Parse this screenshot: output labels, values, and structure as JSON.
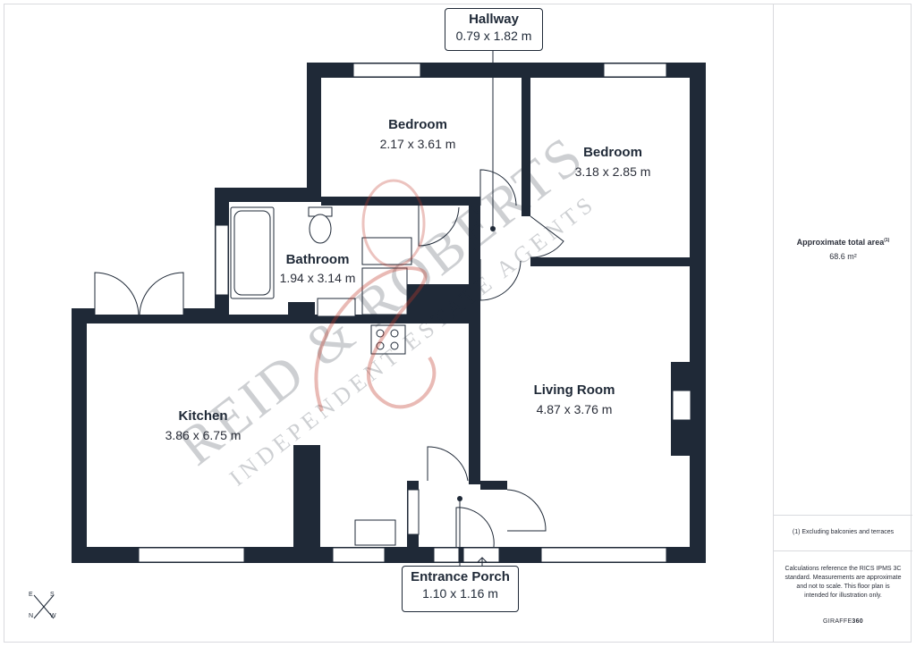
{
  "rooms": {
    "bedroom_left": {
      "name": "Bedroom",
      "dims": "2.17 x 3.61 m"
    },
    "bedroom_right": {
      "name": "Bedroom",
      "dims": "3.18 x 2.85 m"
    },
    "bathroom": {
      "name": "Bathroom",
      "dims": "1.94 x 3.14 m"
    },
    "kitchen": {
      "name": "Kitchen",
      "dims": "3.86 x 6.75 m"
    },
    "living_room": {
      "name": "Living Room",
      "dims": "4.87 x 3.76 m"
    }
  },
  "callouts": {
    "hallway": {
      "name": "Hallway",
      "dims": "0.79 x 1.82 m"
    },
    "entrance_porch": {
      "name": "Entrance Porch",
      "dims": "1.10 x 1.16 m"
    }
  },
  "panel": {
    "area_label": "Approximate total area",
    "area_sup": "(1)",
    "area_value": "68.6 m²",
    "footnote": "(1) Excluding balconies and terraces",
    "calc_note": "Calculations reference the RICS IPMS 3C standard. Measurements are approximate and not to scale. This floor plan is intended for illustration only.",
    "brand_prefix": "GIRAFFE",
    "brand_suffix": "360"
  },
  "compass": {
    "e": "E",
    "s": "S",
    "n": "N",
    "w": "W"
  },
  "watermark": {
    "line1": "REID & ROBERTS",
    "line2": "INDEPENDENT ESTATE AGENTS"
  },
  "colors": {
    "wall": "#1f2937",
    "watermark": "#c0392b"
  }
}
